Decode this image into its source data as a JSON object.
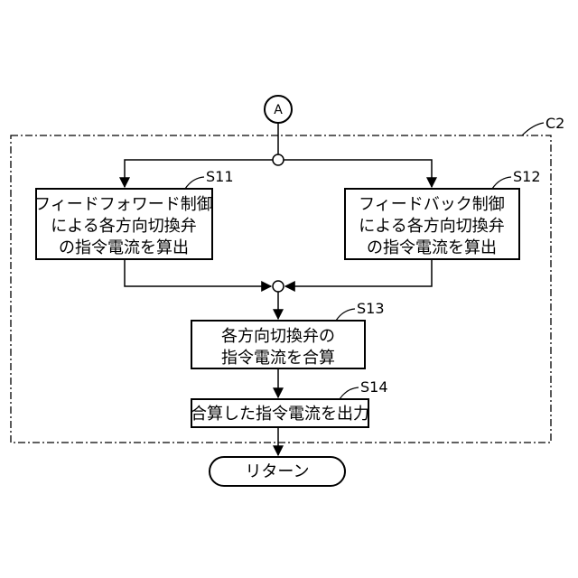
{
  "connector": {
    "label": "A"
  },
  "region": {
    "label": "C2"
  },
  "steps": {
    "s11": {
      "id": "S11",
      "lines": [
        "フィードフォワード制御",
        "による各方向切換弁",
        "の指令電流を算出"
      ]
    },
    "s12": {
      "id": "S12",
      "lines": [
        "フィードバック制御",
        "による各方向切換弁",
        "の指令電流を算出"
      ]
    },
    "s13": {
      "id": "S13",
      "lines": [
        "各方向切換弁の",
        "指令電流を合算"
      ]
    },
    "s14": {
      "id": "S14",
      "lines": [
        "合算した指令電流を出力"
      ]
    }
  },
  "terminal": {
    "label": "リターン"
  }
}
